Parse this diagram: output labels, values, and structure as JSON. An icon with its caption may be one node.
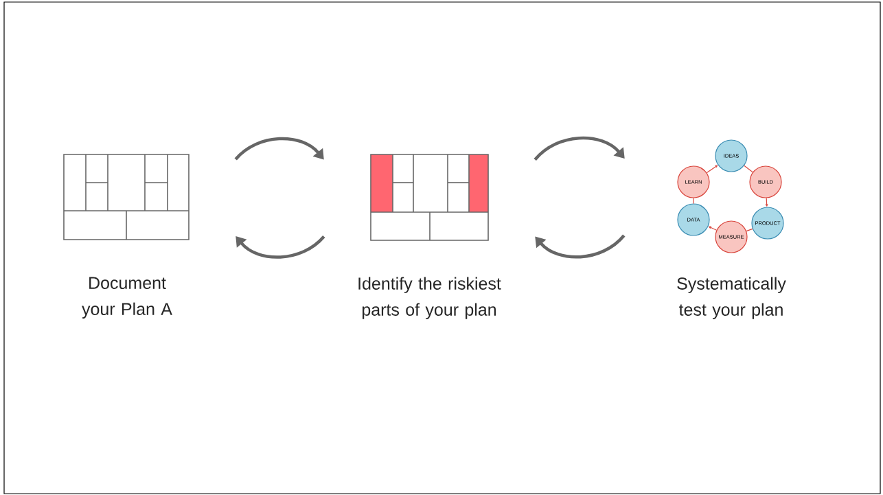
{
  "diagram": {
    "nodes": [
      {
        "text": [],
        "shape": "picture"
      },
      {
        "text": [],
        "shape": "picture"
      },
      {
        "text": [],
        "shape": "picture"
      },
      {
        "text": [
          "IDEAS"
        ],
        "in": 2
      },
      {
        "text": [
          "BUILD"
        ],
        "in": 2
      },
      {
        "text": [
          "PRODUCT"
        ],
        "in": 2
      },
      {
        "text": [
          "MEASURE"
        ],
        "in": 2
      },
      {
        "text": [
          "DATA"
        ],
        "in": 2
      },
      {
        "text": [
          "LEARN"
        ],
        "in": 2
      }
    ],
    "edges": [
      {
        "from": 0,
        "to": 1,
        "arrow": "to",
        "style": "thick",
        "color": "#666666"
      },
      {
        "from": 1,
        "to": 0,
        "arrow": "to",
        "style": "thick",
        "color": "#666666"
      },
      {
        "from": 1,
        "to": 2,
        "arrow": "to",
        "style": "thick",
        "color": "#666666"
      },
      {
        "from": 2,
        "to": 1,
        "arrow": "to",
        "style": "thick",
        "color": "#666666"
      },
      {
        "from": 8,
        "to": 3,
        "arrow": "to"
      },
      {
        "from": 3,
        "to": 4,
        "arrow": "none"
      },
      {
        "from": 4,
        "to": 5,
        "arrow": "to"
      },
      {
        "from": 5,
        "to": 6,
        "arrow": "none"
      },
      {
        "from": 6,
        "to": 7,
        "arrow": "to"
      },
      {
        "from": 7,
        "to": 8,
        "arrow": "none"
      }
    ],
    "labels": [
      "Document your Plan A",
      "Identify the riskiest parts of your plan",
      "Systematically test your plan"
    ]
  }
}
